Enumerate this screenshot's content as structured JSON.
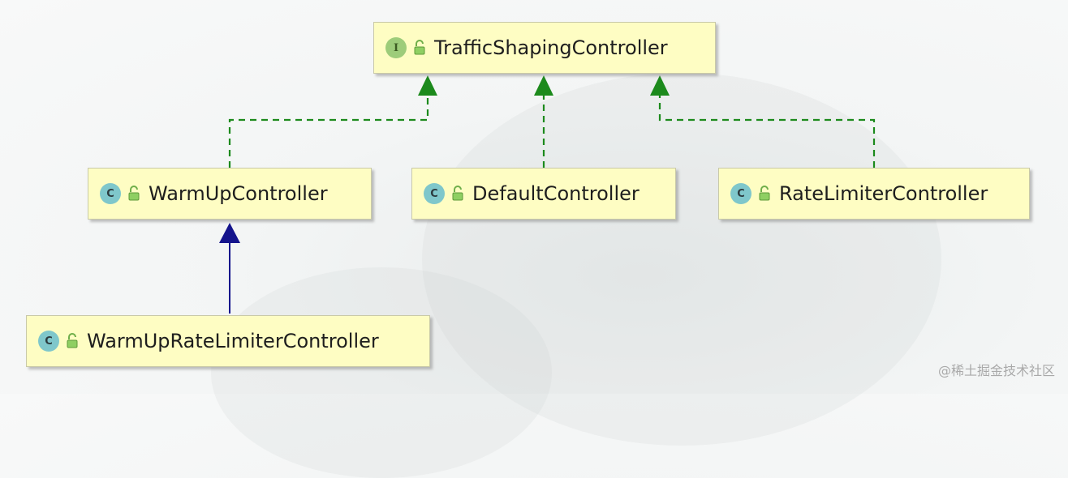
{
  "diagram": {
    "interface": {
      "name": "TrafficShapingController",
      "badge": "I",
      "badge_color": "#9dcc7a"
    },
    "classes": [
      {
        "name": "WarmUpController",
        "badge": "C"
      },
      {
        "name": "DefaultController",
        "badge": "C"
      },
      {
        "name": "RateLimiterController",
        "badge": "C"
      },
      {
        "name": "WarmUpRateLimiterController",
        "badge": "C"
      }
    ],
    "relations": [
      {
        "from": "WarmUpController",
        "to": "TrafficShapingController",
        "type": "implements"
      },
      {
        "from": "DefaultController",
        "to": "TrafficShapingController",
        "type": "implements"
      },
      {
        "from": "RateLimiterController",
        "to": "TrafficShapingController",
        "type": "implements"
      },
      {
        "from": "WarmUpRateLimiterController",
        "to": "WarmUpController",
        "type": "extends"
      }
    ],
    "colors": {
      "node_fill": "#fefdc3",
      "implements_edge": "#1c8a1c",
      "extends_edge": "#14148c",
      "class_badge": "#7fc7cb"
    }
  },
  "watermark": "@稀土掘金技术社区"
}
